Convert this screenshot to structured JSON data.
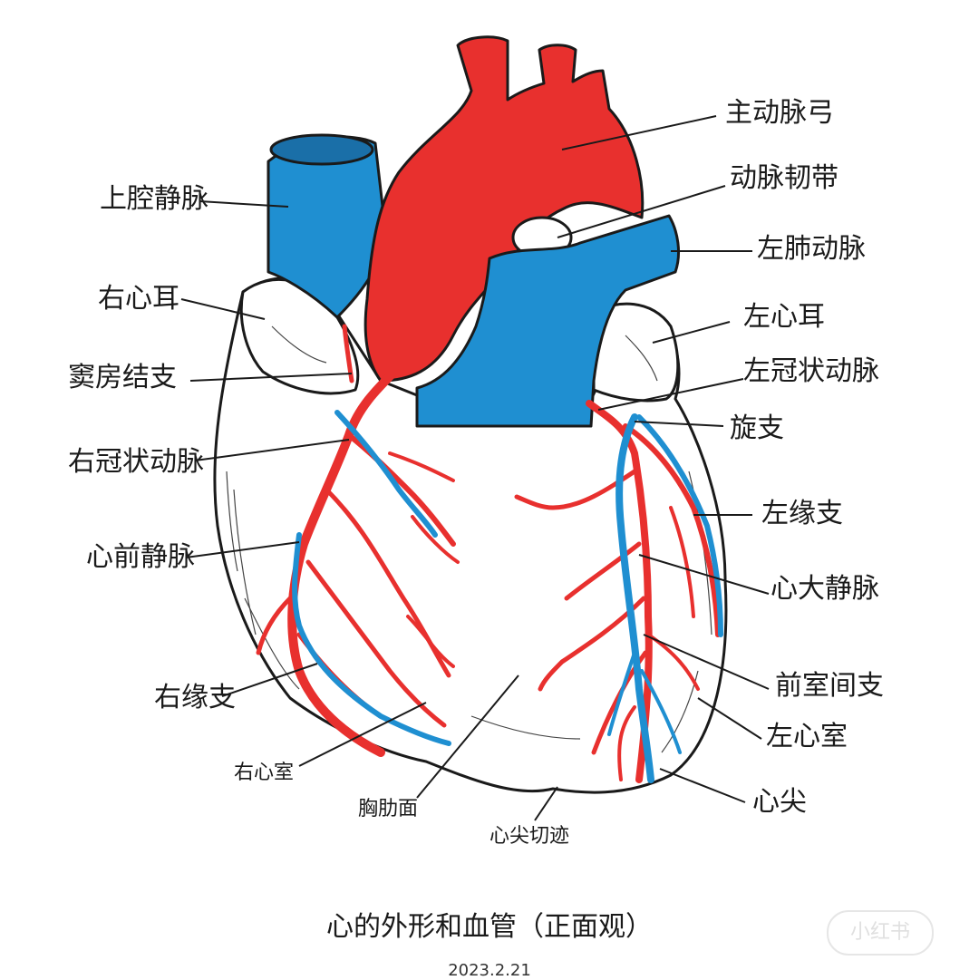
{
  "colors": {
    "artery_red": "#e8302e",
    "vein_blue": "#1f8fd1",
    "outline": "#1a1a1a",
    "background": "#ffffff"
  },
  "labels": {
    "aortic_arch": "主动脉弓",
    "ligamentum_arteriosum": "动脉韧带",
    "left_pulmonary_artery": "左肺动脉",
    "left_auricle": "左心耳",
    "left_coronary_artery": "左冠状动脉",
    "circumflex_branch": "旋支",
    "left_marginal_branch": "左缘支",
    "great_cardiac_vein": "心大静脉",
    "anterior_interventricular_branch": "前室间支",
    "left_ventricle": "左心室",
    "apex": "心尖",
    "apical_notch": "心尖切迹",
    "sternocostal_surface": "胸肋面",
    "right_ventricle": "右心室",
    "right_marginal_branch": "右缘支",
    "anterior_cardiac_vein": "心前静脉",
    "right_coronary_artery": "右冠状动脉",
    "sinoatrial_node_branch": "窦房结支",
    "right_auricle": "右心耳",
    "superior_vena_cava": "上腔静脉"
  },
  "caption": {
    "title": "心的外形和血管（正面观）",
    "date": "2023.2.21"
  },
  "watermark": "小红书"
}
